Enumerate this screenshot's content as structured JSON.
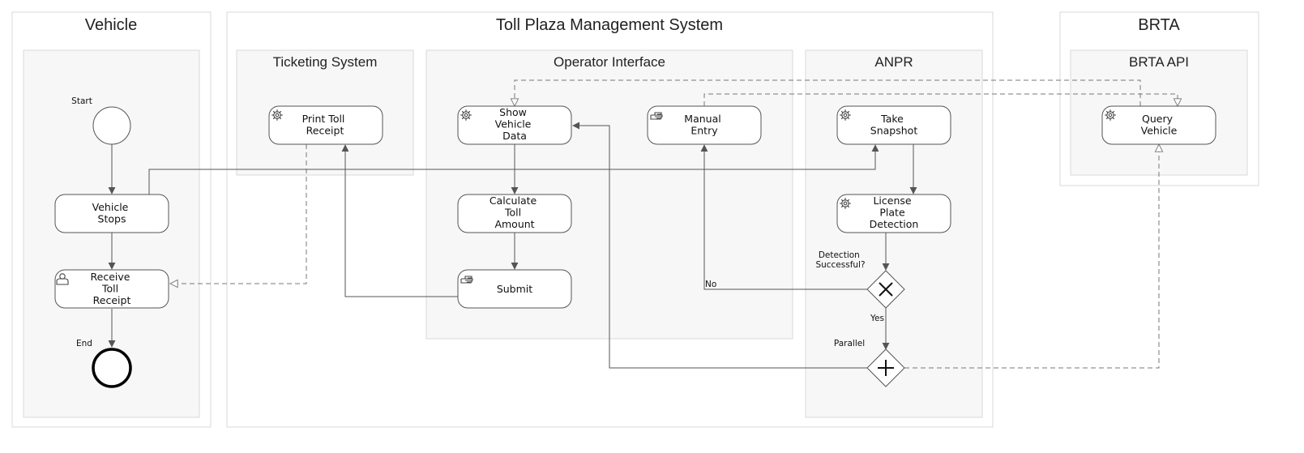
{
  "pools": {
    "vehicle": "Vehicle",
    "tpms": "Toll Plaza Management System",
    "brta": "BRTA"
  },
  "lanes": {
    "ticketing": "Ticketing System",
    "operator": "Operator Interface",
    "anpr": "ANPR",
    "brta_api": "BRTA API"
  },
  "events": {
    "start": "Start",
    "end": "End"
  },
  "tasks": {
    "vehicle_stops": [
      "Vehicle",
      "Stops"
    ],
    "receive_toll_receipt": [
      "Receive",
      "Toll",
      "Receipt"
    ],
    "print_toll_receipt": [
      "Print Toll",
      "Receipt"
    ],
    "show_vehicle_data": [
      "Show",
      "Vehicle",
      "Data"
    ],
    "calculate_toll_amount": [
      "Calculate",
      "Toll",
      "Amount"
    ],
    "submit": [
      "Submit"
    ],
    "manual_entry": [
      "Manual",
      "Entry"
    ],
    "take_snapshot": [
      "Take",
      "Snapshot"
    ],
    "license_plate_detection": [
      "License",
      "Plate",
      "Detection"
    ],
    "query_vehicle": [
      "Query",
      "Vehicle"
    ]
  },
  "gateways": {
    "detection": [
      "Detection",
      "Successful?"
    ],
    "parallel": "Parallel"
  },
  "flow_labels": {
    "no": "No",
    "yes": "Yes"
  },
  "icons": {
    "service": "gear-icon",
    "manual": "hand-icon",
    "user": "user-icon"
  },
  "colors": {
    "lane_fill": "#f7f7f7",
    "border": "#d9d9d9",
    "stroke": "#555555"
  }
}
